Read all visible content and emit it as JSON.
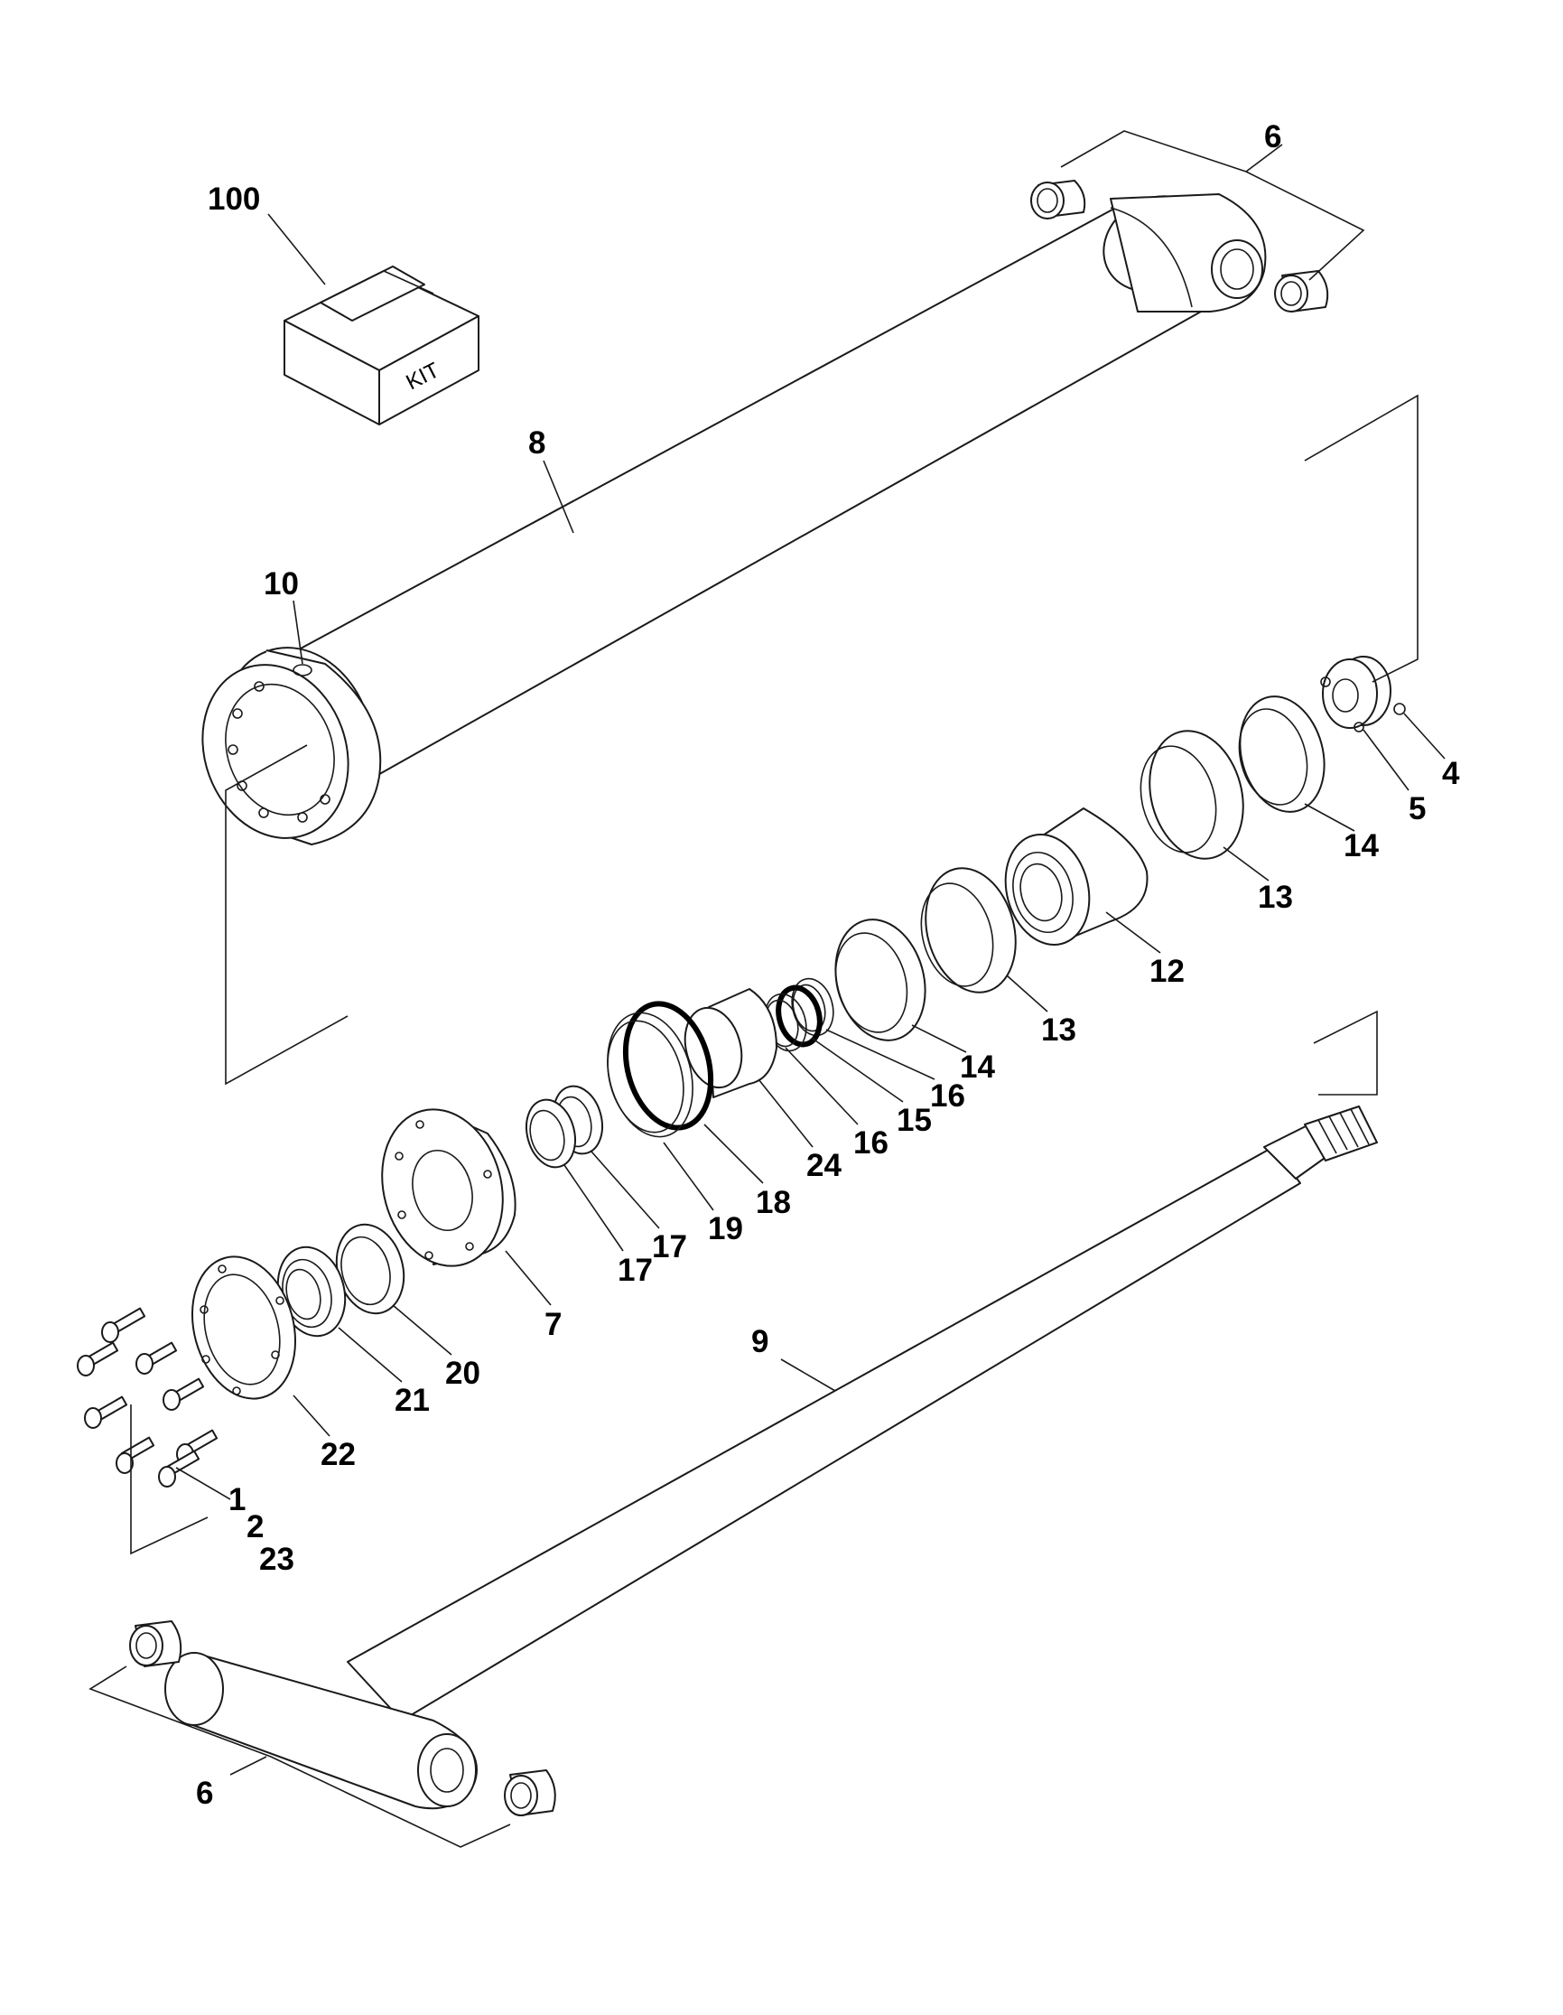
{
  "kit_label": "KIT",
  "callouts": {
    "c100": "100",
    "c6_top": "6",
    "c8": "8",
    "c10": "10",
    "c4": "4",
    "c5": "5",
    "c14_a": "14",
    "c13_a": "13",
    "c12": "12",
    "c13_b": "13",
    "c14_b": "14",
    "c16_a": "16",
    "c15": "15",
    "c16_b": "16",
    "c24": "24",
    "c18": "18",
    "c19": "19",
    "c17_a": "17",
    "c17_b": "17",
    "c7": "7",
    "c20": "20",
    "c21": "21",
    "c22": "22",
    "c9": "9",
    "c1": "1",
    "c2": "2",
    "c23": "23",
    "c6_bottom": "6"
  }
}
